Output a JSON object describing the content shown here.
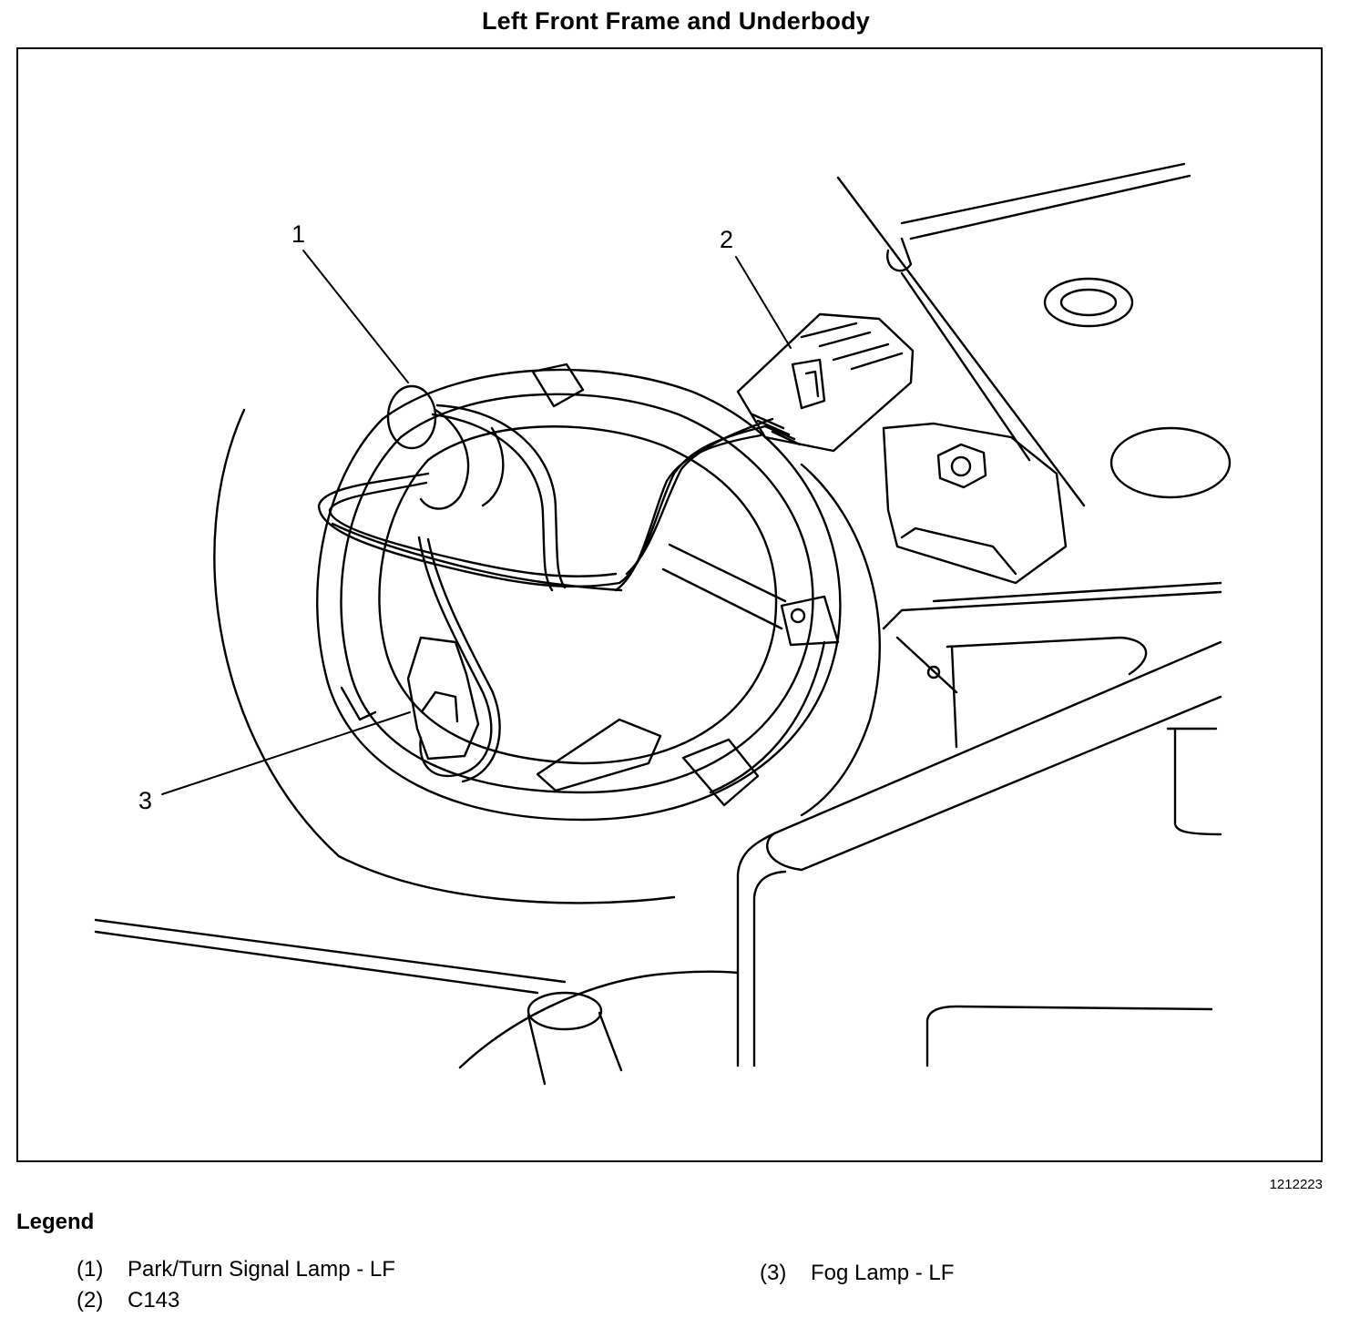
{
  "title": "Left Front Frame and Underbody",
  "figure_id": "1212223",
  "callouts": [
    "1",
    "2",
    "3"
  ],
  "legend": {
    "heading": "Legend",
    "items": [
      {
        "num": "(1)",
        "label": "Park/Turn Signal Lamp - LF"
      },
      {
        "num": "(2)",
        "label": "C143"
      },
      {
        "num": "(3)",
        "label": "Fog Lamp - LF"
      }
    ]
  }
}
